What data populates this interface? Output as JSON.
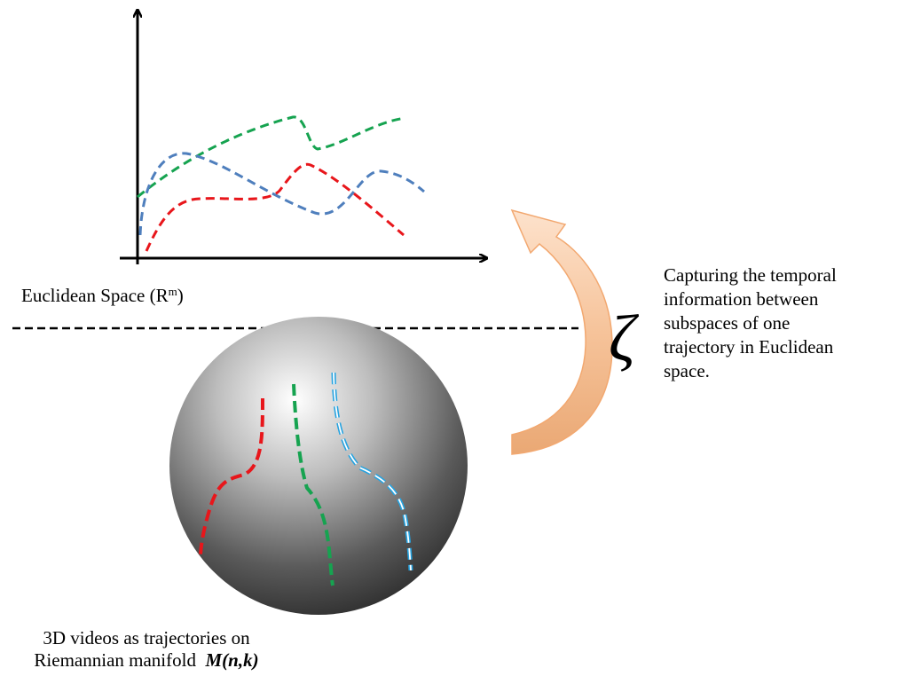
{
  "euclidean": {
    "label_main": "Euclidean Space (R",
    "label_sup": "m",
    "label_close": ")"
  },
  "mapping_symbol": "ζ",
  "caption": {
    "lines": [
      "Capturing the temporal",
      "information between",
      "subspaces of one",
      "trajectory in Euclidean",
      "space."
    ]
  },
  "manifold": {
    "caption_line1": "3D videos as trajectories on",
    "caption_line2": "Riemannian manifold  ",
    "caption_symbol": "M(n,k)"
  },
  "colors": {
    "red": "#e8161b",
    "green": "#16a350",
    "blue": "#4f7fbd",
    "light_blue": "#27a3e0",
    "arrow_fill": "#f8c9a0",
    "arrow_stroke": "#f2a870"
  }
}
